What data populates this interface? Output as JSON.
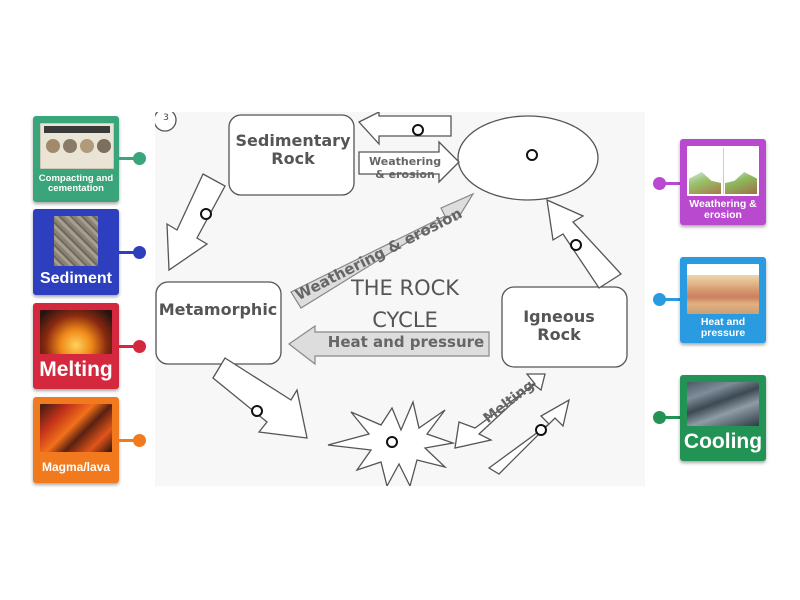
{
  "diagram": {
    "page_number": "3",
    "title_line1": "THE ROCK",
    "title_line2": "CYCLE",
    "boxes": {
      "sedimentary": "Sedimentary Rock",
      "metamorphic": "Metamorphic",
      "igneous": "Igneous Rock"
    },
    "arrow_labels": {
      "weathering_small": "Weathering & erosion",
      "weathering_big": "Weathering & erosion",
      "heat_pressure": "Heat and pressure",
      "melting": "Melting"
    }
  },
  "cards_left": [
    {
      "label": "Compacting and cementation",
      "color": "#3aa57a",
      "image": "compaction-photos-image"
    },
    {
      "label": "Sediment",
      "color": "#2d3fbf",
      "image": "sediment-photo-image"
    },
    {
      "label": "Melting",
      "color": "#d3283d",
      "image": "lava-glow-image"
    },
    {
      "label": "Magma/lava",
      "color": "#f27a1e",
      "image": "lava-flow-image"
    }
  ],
  "cards_right": [
    {
      "label": "Weathering & erosion",
      "color": "#b94ad0",
      "image": "weathering-illustration-image"
    },
    {
      "label": "Heat and pressure",
      "color": "#2a9be0",
      "image": "rock-layers-image"
    },
    {
      "label": "Cooling",
      "color": "#239255",
      "image": "cooled-rock-image"
    }
  ]
}
